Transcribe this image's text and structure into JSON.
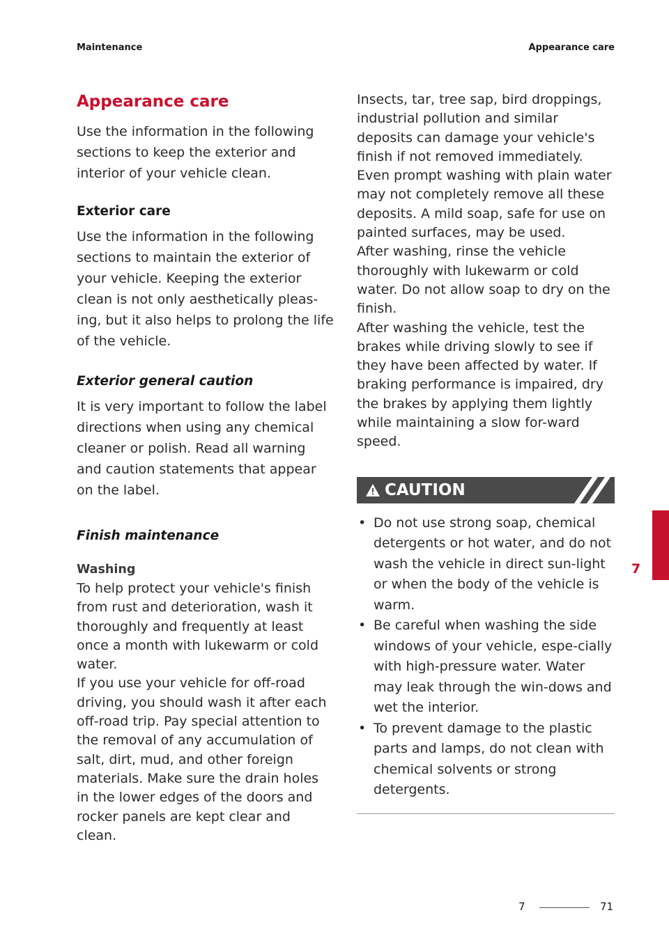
{
  "header": {
    "left": "Maintenance",
    "right": "Appearance care"
  },
  "left": {
    "title": "Appearance care",
    "intro": "Use the information in the following sections to keep the exterior and interior of your vehicle clean.",
    "exterior_heading": "Exterior care",
    "exterior_text": "Use the information in the following sections to maintain the exterior of your vehicle. Keeping the exterior clean is not only aesthetically pleas-ing, but it also helps to prolong the life of the vehicle.",
    "general_caution_heading": "Exterior general caution",
    "general_caution_text": "It is very important to follow the label directions when using any chemical cleaner or polish. Read all warning and caution statements that appear on the label.",
    "finish_heading": "Finish maintenance",
    "washing_heading": "Washing",
    "washing_p1": "To help protect your vehicle's finish from rust and deterioration, wash it thoroughly and frequently at least once a month with lukewarm or cold water.",
    "washing_p2": "If you use your vehicle for off-road driving, you should wash it after each off-road trip. Pay special attention to the removal of any accumulation of salt, dirt, mud, and other foreign materials. Make sure the drain holes in the lower edges of the doors and rocker panels are kept clear and clean."
  },
  "right": {
    "p1": "Insects, tar, tree sap, bird droppings, industrial pollution and similar deposits can damage your vehicle's finish if not removed immediately. Even prompt washing with plain water may not completely remove all these deposits. A mild soap, safe for use on painted surfaces, may be used.",
    "p2": "After washing, rinse the vehicle thoroughly with lukewarm or cold water. Do not allow soap to dry on the finish.",
    "p3": "After washing the vehicle, test the brakes while driving slowly to see if they have been affected by water. If braking performance is impaired, dry the brakes by applying them lightly while maintaining a slow for-ward speed.",
    "caution_title": "CAUTION",
    "caution_items": [
      "Do not use strong soap, chemical detergents or hot water, and do not wash the vehicle in direct sun-light or when the body of the vehicle is warm.",
      "Be careful when washing the side windows of your vehicle, espe-cially with high-pressure water. Water may leak through the win-dows and wet the interior.",
      "To prevent damage to the plastic parts and lamps, do not clean with chemical solvents or strong detergents."
    ]
  },
  "bullet_glyph": "•",
  "chapter_tab": "7",
  "footer": {
    "chapter": "7",
    "page": "71"
  },
  "colors": {
    "accent": "#c8102e",
    "caution_bar": "#4a4a4a",
    "text": "#2b2b2b"
  },
  "icons": {
    "caution": "warning-triangle-icon"
  }
}
